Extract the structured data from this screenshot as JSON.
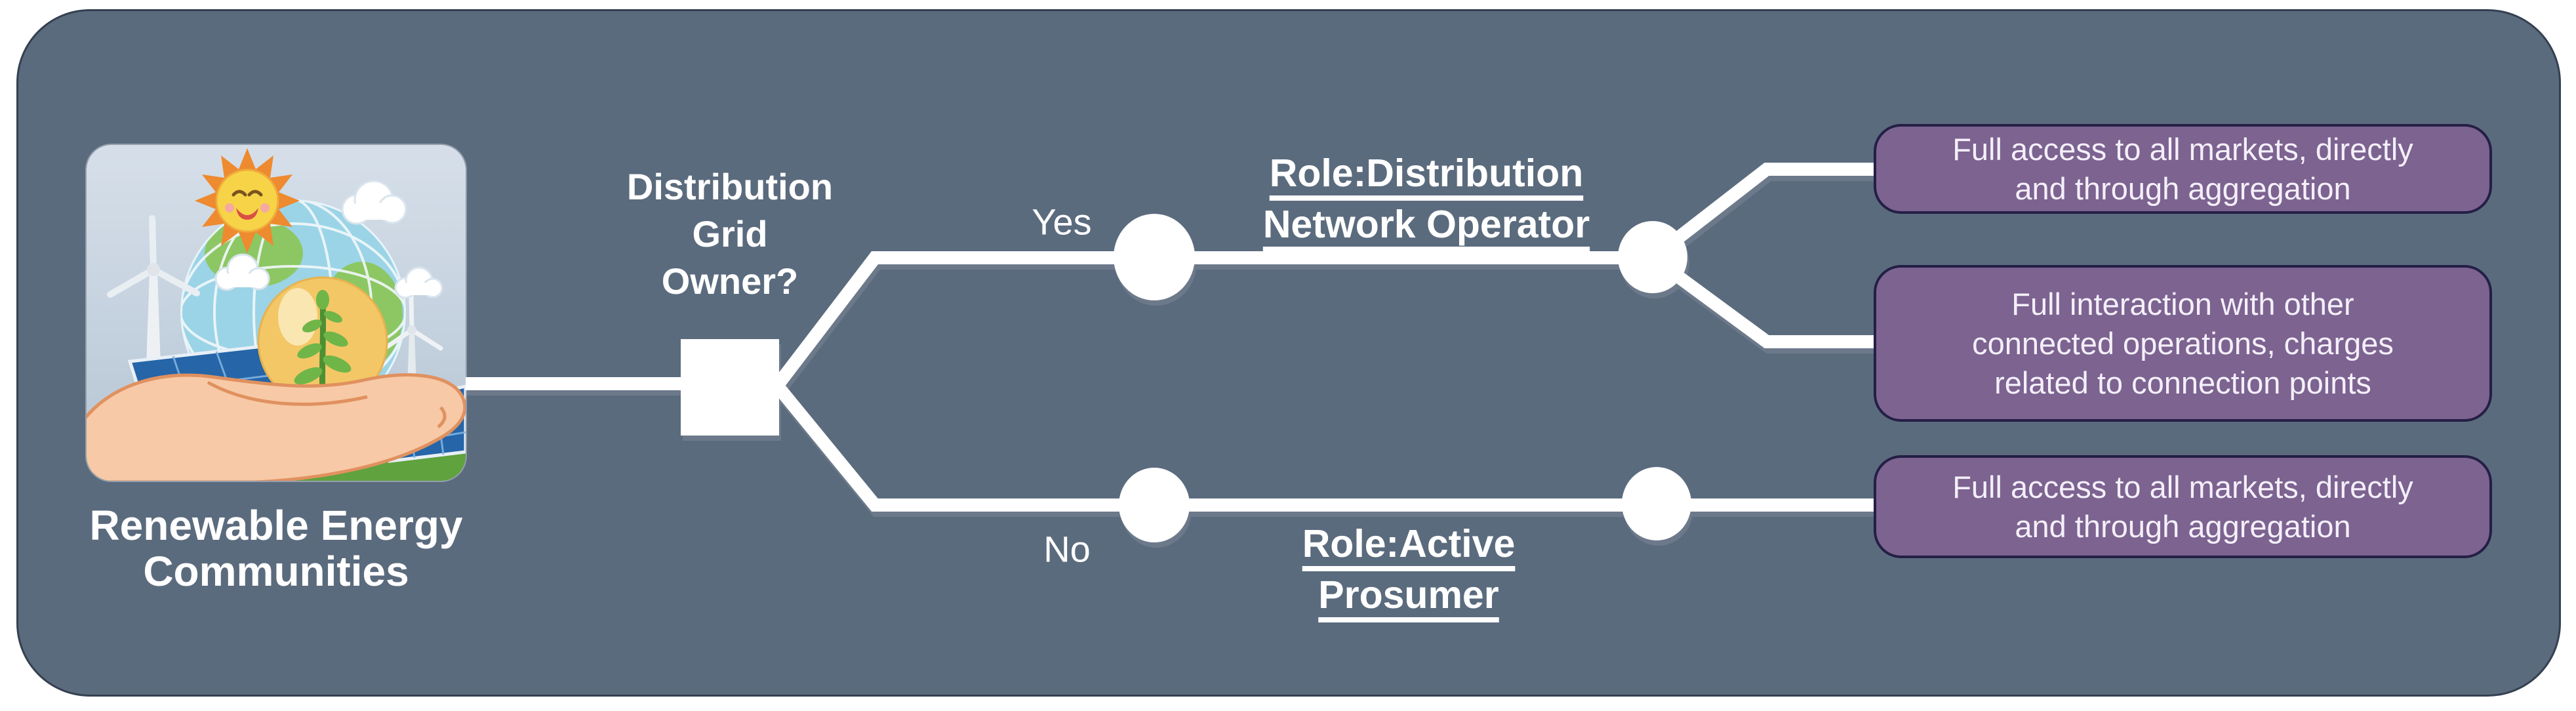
{
  "diagram_title": "Renewable Energy Communities decision tree",
  "colors": {
    "page_background": "#ffffff",
    "panel_background": "#5b6b7e",
    "panel_border": "#2a3442",
    "connector_white": "#ffffff",
    "outcome_fill": "#7c6390",
    "outcome_border": "#241f45",
    "text_white": "#ffffff",
    "card_gradient_top": "#d6dfe9",
    "card_gradient_bottom": "#b4c4d3"
  },
  "source": {
    "illustration_icon": "hand-holding-renewable-energy-illustration",
    "caption_lines": [
      "Renewable Energy",
      "Communities"
    ]
  },
  "decision": {
    "question_lines": [
      "Distribution",
      "Grid",
      "Owner?"
    ]
  },
  "branches": {
    "yes": {
      "label": "Yes",
      "role_lines": [
        "Role:Distribution",
        "Network Operator"
      ],
      "outcomes": [
        {
          "lines": [
            "Full access to all markets, directly",
            "and through aggregation"
          ]
        },
        {
          "lines": [
            "Full interaction with other",
            "connected operations, charges",
            "related to connection points"
          ]
        }
      ]
    },
    "no": {
      "label": "No",
      "role_lines": [
        "Role:Active",
        "Prosumer"
      ],
      "outcomes": [
        {
          "lines": [
            "Full access to all markets, directly",
            "and through aggregation"
          ]
        }
      ]
    }
  }
}
